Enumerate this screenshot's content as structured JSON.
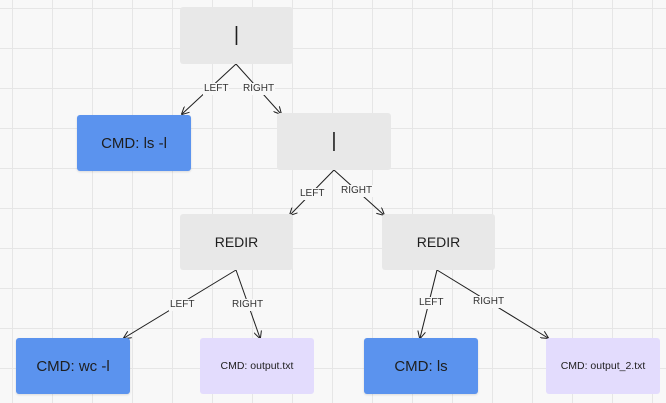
{
  "nodes": {
    "root_pipe": "|",
    "cmd_ls_l": "CMD: ls -l",
    "inner_pipe": "|",
    "redir_left": "REDIR",
    "redir_right": "REDIR",
    "cmd_wc_l": "CMD: wc -l",
    "file_output": "CMD: output.txt",
    "cmd_ls": "CMD: ls",
    "file_output_2": "CMD: output_2.txt"
  },
  "edge_labels": {
    "left": "LEFT",
    "right": "RIGHT"
  },
  "colors": {
    "operator_fill": "#e8e8e8",
    "command_fill": "#5b93ee",
    "file_fill": "#e3dcfd",
    "connector": "#1e1e1e"
  }
}
